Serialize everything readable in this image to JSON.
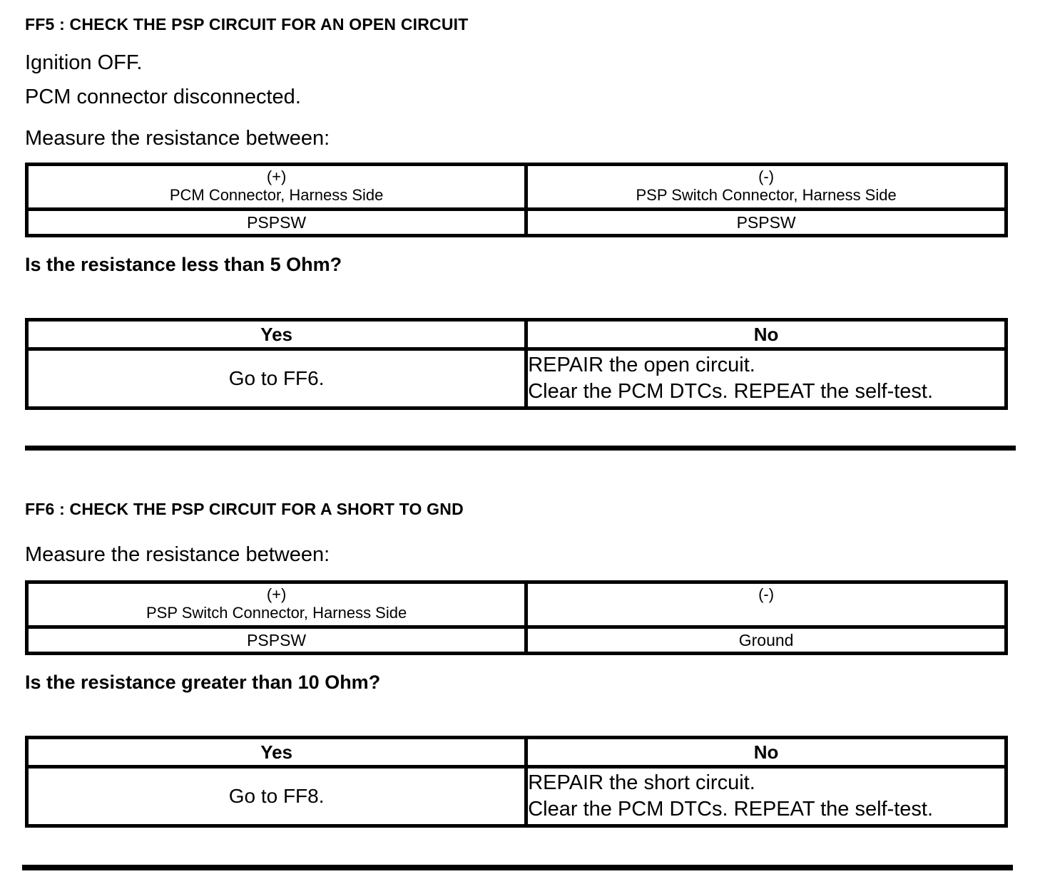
{
  "colors": {
    "text": "#000000",
    "background": "#ffffff",
    "table_border": "#000000",
    "divider": "#000000"
  },
  "document": {
    "sections": [
      {
        "id": "FF5",
        "heading": "FF5 : CHECK THE PSP CIRCUIT FOR AN OPEN CIRCUIT",
        "steps": [
          "Ignition OFF.",
          "PCM connector disconnected."
        ],
        "measure_label": "Measure the resistance between:",
        "measurement_table": {
          "plus_label": "(+)",
          "plus_connector": "PCM Connector, Harness Side",
          "minus_label": "(-)",
          "minus_connector": "PSP Switch Connector, Harness Side",
          "plus_pin": "PSPSW",
          "minus_pin": "PSPSW"
        },
        "question": "Is the resistance less than 5 Ohm?",
        "result_table": {
          "yes_header": "Yes",
          "no_header": "No",
          "yes_action": "Go to FF6.",
          "no_action_line1": "REPAIR the open circuit.",
          "no_action_line2": "Clear the PCM DTCs. REPEAT the self-test."
        }
      },
      {
        "id": "FF6",
        "heading": "FF6 : CHECK THE PSP CIRCUIT FOR A SHORT TO GND",
        "steps": [],
        "measure_label": "Measure the resistance between:",
        "measurement_table": {
          "plus_label": "(+)",
          "plus_connector": "PSP Switch Connector, Harness Side",
          "minus_label": "(-)",
          "minus_connector": "",
          "plus_pin": "PSPSW",
          "minus_pin": "Ground"
        },
        "question": "Is the resistance greater than 10 Ohm?",
        "result_table": {
          "yes_header": "Yes",
          "no_header": "No",
          "yes_action": "Go to FF8.",
          "no_action_line1": "REPAIR the short circuit.",
          "no_action_line2": "Clear the PCM DTCs. REPEAT the self-test."
        }
      }
    ]
  }
}
